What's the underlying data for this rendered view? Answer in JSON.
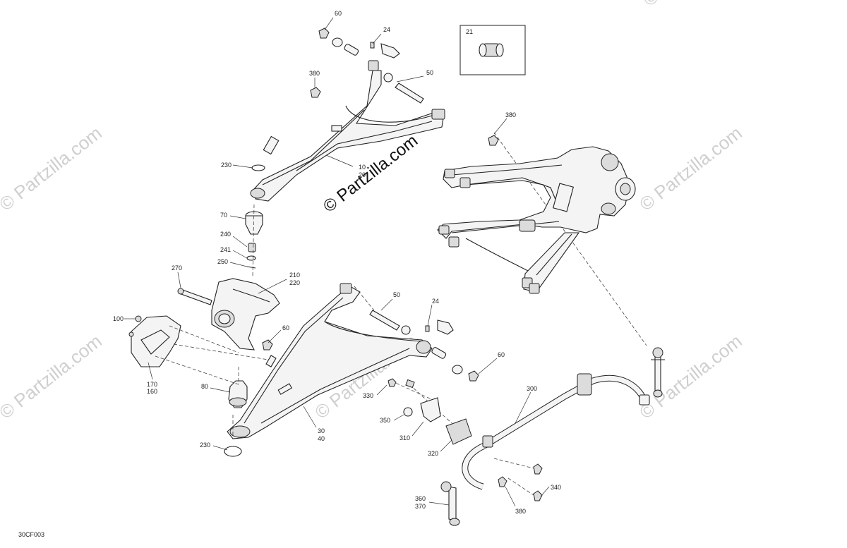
{
  "diagram": {
    "code": "30CF003",
    "watermark_main": "© Partzilla.com",
    "watermark_repeat": "© Partzilla.com",
    "callouts": {
      "c60_top": "60",
      "c24_top": "24",
      "c380_top": "380",
      "c50_top": "50",
      "c230_top": "230",
      "c10": "10",
      "c20": "20",
      "c70": "70",
      "c240": "240",
      "c241": "241",
      "c250": "250",
      "c270": "270",
      "c210": "210",
      "c220": "220",
      "c100": "100",
      "c60_knuckle": "60",
      "c170": "170",
      "c160": "160",
      "c80": "80",
      "c230_bottom": "230",
      "c30": "30",
      "c40": "40",
      "c50_mid": "50",
      "c24_mid": "24",
      "c60_mid": "60",
      "c330": "330",
      "c350": "350",
      "c310": "310",
      "c320": "320",
      "c300": "300",
      "c380_right": "380",
      "c340": "340",
      "c380_bottom": "380",
      "c360": "360",
      "c370": "370",
      "c21": "21"
    }
  }
}
